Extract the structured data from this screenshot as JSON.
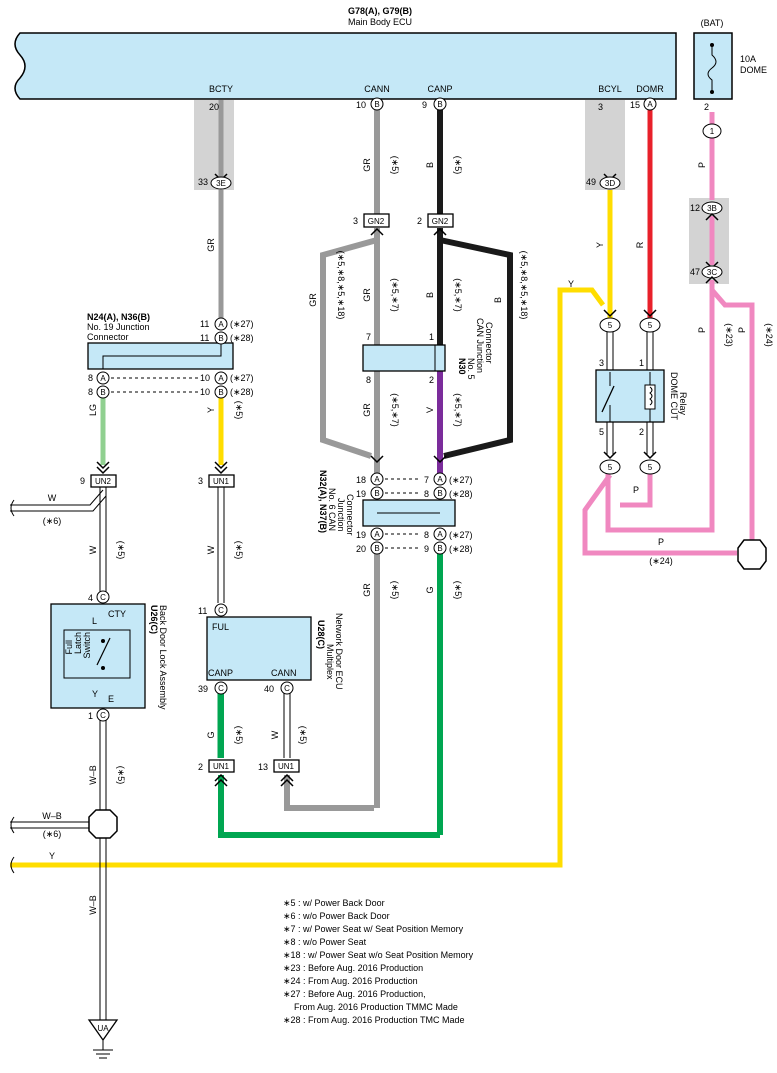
{
  "main_ecu": {
    "ref": "G78(A), G79(B)",
    "name": "Main Body ECU",
    "pins": {
      "bcty": {
        "label": "BCTY",
        "num": "20"
      },
      "cann": {
        "label": "CANN",
        "num": "10",
        "conn": "B"
      },
      "canp": {
        "label": "CANP",
        "num": "9",
        "conn": "B"
      },
      "bcyl": {
        "label": "BCYL",
        "num": "3"
      },
      "domr": {
        "label": "DOMR",
        "num": "15",
        "conn": "A"
      }
    }
  },
  "fuse": {
    "bat": "(BAT)",
    "rating": "10A",
    "name": "DOME",
    "pin": "2",
    "pin_out": "1"
  },
  "connectors": {
    "c33_3E": {
      "num": "33",
      "id": "3E"
    },
    "c49_3D": {
      "num": "49",
      "id": "3D"
    },
    "c12_3B": {
      "num": "12",
      "id": "3B"
    },
    "c47_3C": {
      "num": "47",
      "id": "3C"
    },
    "gn2_a": {
      "num": "3",
      "id": "GN2"
    },
    "gn2_b": {
      "num": "2",
      "id": "GN2"
    },
    "un2": {
      "num": "9",
      "id": "UN2"
    },
    "un1_top": {
      "num": "3",
      "id": "UN1"
    },
    "un1_l": {
      "num": "2",
      "id": "UN1"
    },
    "un1_r": {
      "num": "13",
      "id": "UN1"
    },
    "five": "5"
  },
  "wire_colors": {
    "gr": "GR",
    "b": "B",
    "y": "Y",
    "r": "R",
    "p": "P",
    "lg": "LG",
    "w": "W",
    "v": "V",
    "g": "G",
    "wb": "W–B"
  },
  "notes_inline": {
    "n5": "(∗5)",
    "n6": "(∗6)",
    "n27": "(∗27)",
    "n28": "(∗28)",
    "n23": "(∗23)",
    "n24": "(∗24)",
    "n57": "(∗5,∗7)",
    "n5818": "(∗5,∗8,∗5,∗18)"
  },
  "n24": {
    "ref": "N24(A), N36(B)",
    "name1": "No. 19 Junction",
    "name2": "Connector",
    "pins": {
      "p11": "11",
      "p8": "8",
      "p10": "10",
      "a": "A",
      "b": "B"
    }
  },
  "n30": {
    "ref": "N30",
    "name1": "No. 5",
    "name2": "CAN Junction",
    "name3": "Connector",
    "p7": "7",
    "p1": "1",
    "p8": "8",
    "p2": "2"
  },
  "n32": {
    "ref": "N32(A), N37(B)",
    "name1": "No. 6 CAN",
    "name2": "Junction",
    "name3": "Connector",
    "p18": "18",
    "p19": "19",
    "p20": "20",
    "p7": "7",
    "p8": "8",
    "p9": "9"
  },
  "relay": {
    "name1": "DOME CUT",
    "name2": "Relay",
    "p3": "3",
    "p1": "1",
    "p5": "5",
    "p2": "2"
  },
  "back_door": {
    "ref": "U26(C)",
    "name": "Back Door Lock Assembly",
    "cty": "CTY",
    "e": "E",
    "switch1": "Full",
    "switch2": "Latch",
    "switch3": "Switch",
    "pin4": "4",
    "pin1": "1",
    "conn": "C",
    "l": "L",
    "y": "Y"
  },
  "mpx": {
    "ref": "U28(C)",
    "name1": "Multiplex",
    "name2": "Network Door ECU",
    "ful": "FUL",
    "canp": "CANP",
    "cann": "CANN",
    "p11": "11",
    "p39": "39",
    "p40": "40",
    "conn": "C"
  },
  "ground": {
    "label": "UA"
  },
  "legend": [
    "∗5 : w/ Power Back Door",
    "∗6 : w/o Power Back Door",
    "∗7 : w/ Power Seat w/ Seat Position Memory",
    "∗8 : w/o Power Seat",
    "∗18 : w/ Power Seat w/o Seat Position Memory",
    "∗23 : Before Aug. 2016 Production",
    "∗24 : From Aug. 2016 Production",
    "∗27 : Before Aug. 2016 Production,",
    "From Aug. 2016 Production TMMC Made",
    "∗28 : From Aug. 2016 Production TMC Made"
  ],
  "colors": {
    "light_blue": "#c5e8f7",
    "gray": "#999999",
    "black": "#1a1a1a",
    "yellow": "#ffdd00",
    "red": "#e8202a",
    "pink": "#f088c0",
    "green": "#00a651",
    "lightgreen": "#90d090",
    "purple": "#7b2c9b",
    "blue": "#1e90d8"
  }
}
